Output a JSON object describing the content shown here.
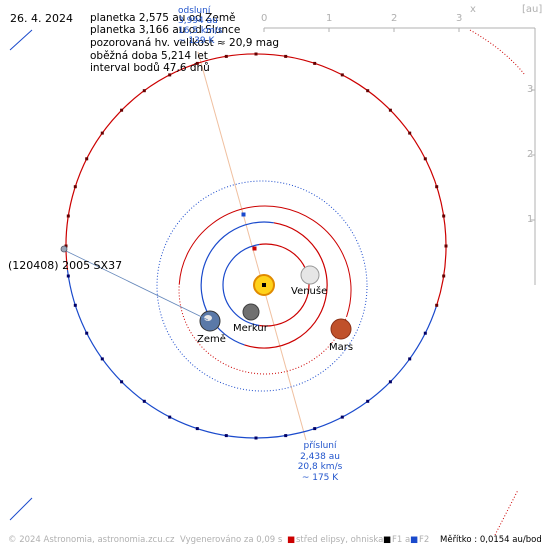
{
  "date": "26. 4. 2024",
  "info": {
    "line1": "planetka 2,575 au od Země",
    "line2": "planetka 3,166 au od Slunce",
    "line3": "pozorovaná hv. velikost ≈ 20,9 mag",
    "line4": "oběžná doba 5,214 let",
    "line5": "interval bodů 47,6 dnů"
  },
  "aphelion": {
    "title": "odsluní",
    "distance": "3,994 au",
    "speed": "16,5 km/s",
    "temperature": "~ 139 K"
  },
  "perihelion": {
    "title": "přísluní",
    "distance": "2,438 au",
    "speed": "20,8 km/s",
    "temperature": "~ 175 K"
  },
  "asteroid_name": "(120408) 2005 SX37",
  "planets": {
    "venus": "Venuše",
    "mercury": "Merkur",
    "earth": "Země",
    "mars": "Mars"
  },
  "axis": {
    "unit": "[au]",
    "x_label": "x",
    "x_ticks": [
      "0",
      "1",
      "2",
      "3"
    ],
    "y_ticks": [
      "3",
      "2",
      "1"
    ]
  },
  "footer": {
    "copyright": "© 2024 Astronomia, astronomia.zcu.cz",
    "generated": "Vygenerováno za 0,09 s",
    "legend_center": "střed elipsy, ohniska",
    "legend_f1a": "F1 a",
    "legend_f2": "F2",
    "scale": "Měřítko : 0,0154 au/bod"
  },
  "colors": {
    "above_ecliptic": "#cc0000",
    "below_ecliptic": "#1a4acc",
    "apsides_line": "#f0c0a0",
    "axis": "#b0b0b0",
    "label_blue": "#2255cc"
  }
}
